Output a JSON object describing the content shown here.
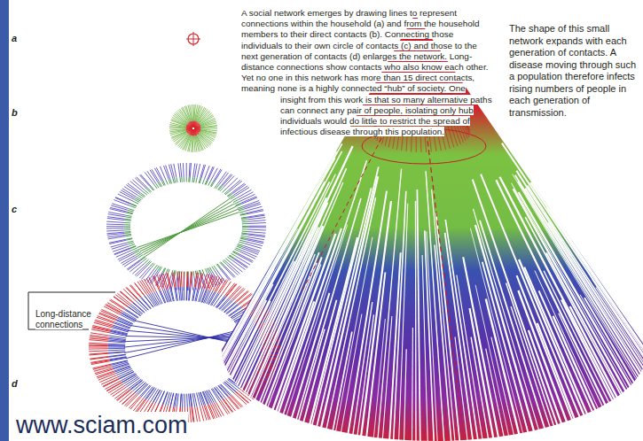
{
  "diagram": {
    "labels": [
      "A social network emerges by drawing lines to represent connections within the household (a) and from the household members to their direct contacts (b). Connecting those individuals to their own circle of contacts (c) and those to the next generation of contacts (d) enlarges the network. Long-distance connections show contacts who also know each other. Yet no one in this network has more than 15 direct contacts, meaning none is a highly connected “hub” of society. One insight from this work is that so many alternative paths can connect any pair of people, isolating only hub individuals would do little to restrict the spread of infectious disease through this population.",
      "The shape of this small network expands with each generation of contacts. A disease moving through such a population therefore infects rising numbers of people in each generation of transmission.",
      "a",
      "b",
      "c",
      "d",
      "Long-distance connections",
      "www.sciam.com"
    ]
  }
}
